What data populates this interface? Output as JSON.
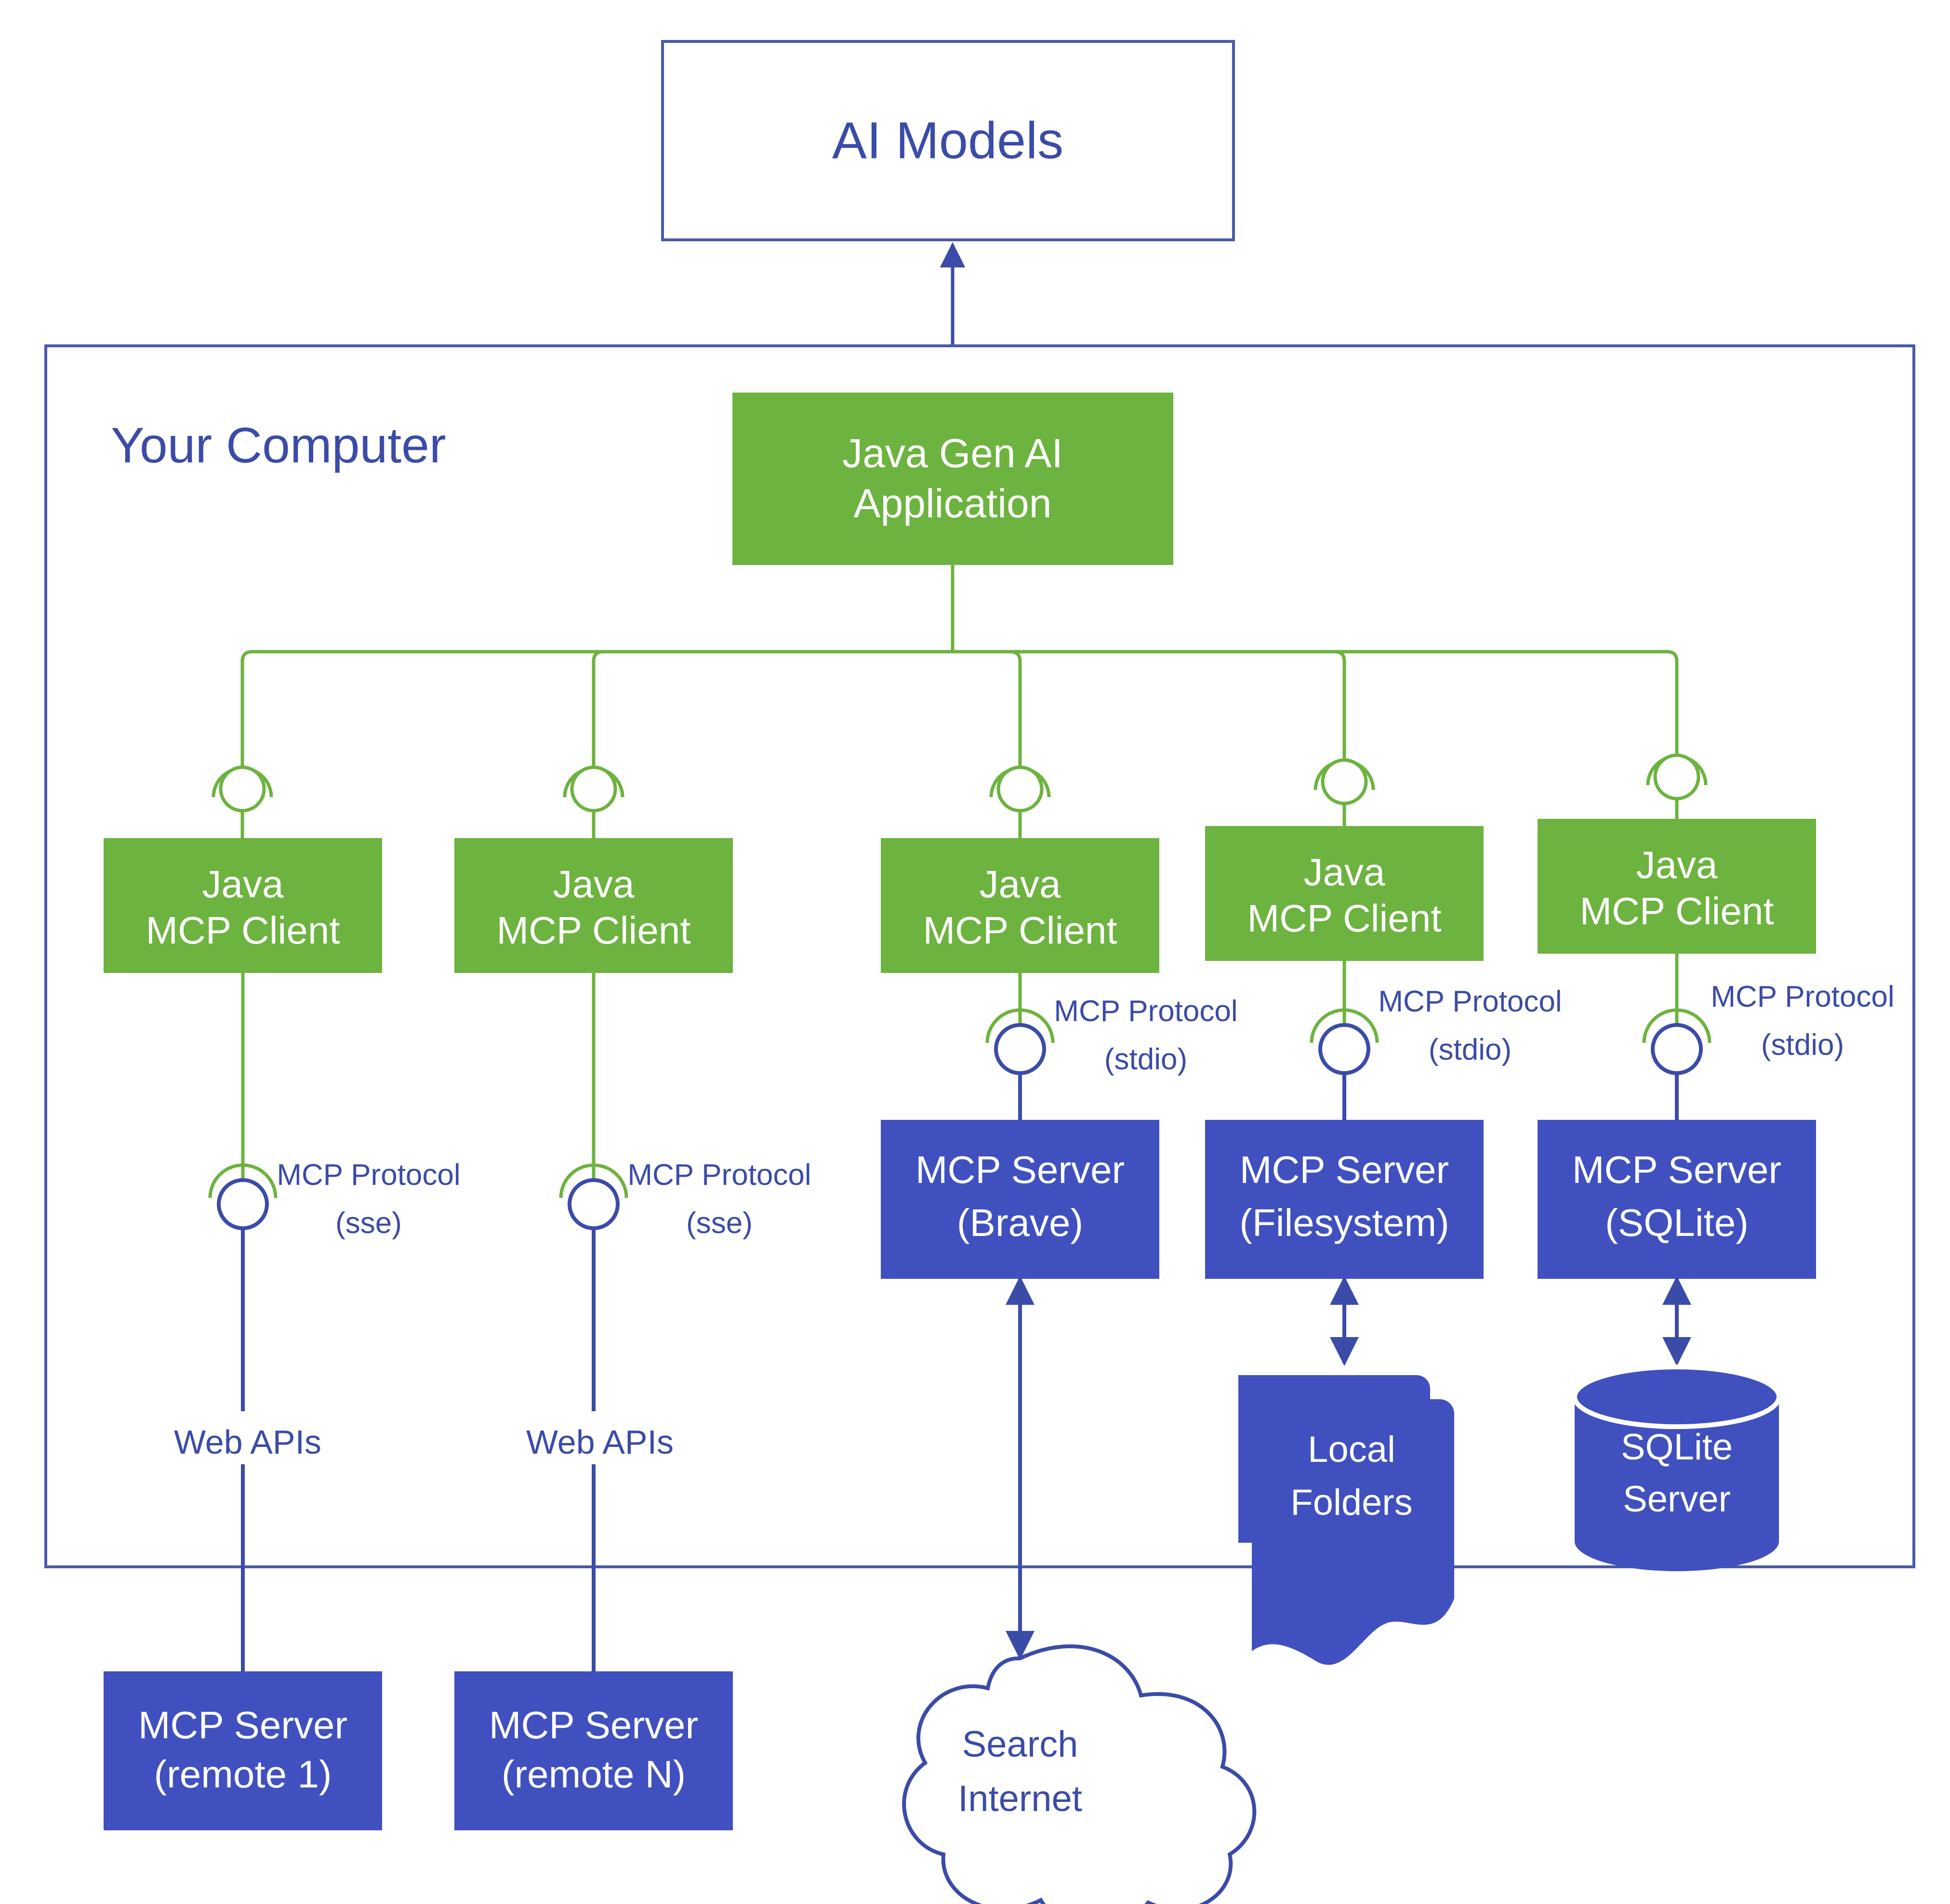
{
  "colors": {
    "green": "#6cb33f",
    "blue": "#4050bf",
    "outline_blue": "#4a5aa8",
    "text_blue": "#3b4ba8",
    "white": "#ffffff",
    "background": "#ffffff"
  },
  "top": {
    "ai_models_label": "AI Models"
  },
  "container": {
    "title": "Your Computer"
  },
  "application": {
    "line1": "Java Gen AI",
    "line2": "Application"
  },
  "clients": [
    {
      "id": "client-1",
      "line1": "Java",
      "line2": "MCP Client"
    },
    {
      "id": "client-2",
      "line1": "Java",
      "line2": "MCP Client"
    },
    {
      "id": "client-3",
      "line1": "Java",
      "line2": "MCP Client"
    },
    {
      "id": "client-4",
      "line1": "Java",
      "line2": "MCP Client"
    },
    {
      "id": "client-5",
      "line1": "Java",
      "line2": "MCP Client"
    }
  ],
  "protocol_labels": [
    {
      "id": "proto-sse-1",
      "line1": "MCP Protocol",
      "line2": "(sse)"
    },
    {
      "id": "proto-sse-2",
      "line1": "MCP Protocol",
      "line2": "(sse)"
    },
    {
      "id": "proto-stdio-1",
      "line1": "MCP Protocol",
      "line2": "(stdio)"
    },
    {
      "id": "proto-stdio-2",
      "line1": "MCP Protocol",
      "line2": "(stdio)"
    },
    {
      "id": "proto-stdio-3",
      "line1": "MCP Protocol",
      "line2": "(stdio)"
    }
  ],
  "transport_labels": [
    {
      "id": "web-apis-1",
      "text": "Web APIs"
    },
    {
      "id": "web-apis-2",
      "text": "Web APIs"
    }
  ],
  "servers_local": [
    {
      "id": "server-brave",
      "line1": "MCP Server",
      "line2": "(Brave)"
    },
    {
      "id": "server-filesystem",
      "line1": "MCP Server",
      "line2": "(Filesystem)"
    },
    {
      "id": "server-sqlite",
      "line1": "MCP Server",
      "line2": "(SQLite)"
    }
  ],
  "servers_remote": [
    {
      "id": "server-remote-1",
      "line1": "MCP Server",
      "line2": "(remote 1)"
    },
    {
      "id": "server-remote-n",
      "line1": "MCP Server",
      "line2": "(remote N)"
    }
  ],
  "resources": [
    {
      "id": "local-folders",
      "shape": "folder-stack-icon",
      "line1": "Local",
      "line2": "Folders"
    },
    {
      "id": "sqlite-server",
      "shape": "database-cylinder-icon",
      "line1": "SQLite",
      "line2": "Server"
    }
  ],
  "cloud": {
    "shape": "cloud-icon",
    "line1": "Search",
    "line2": "Internet"
  }
}
